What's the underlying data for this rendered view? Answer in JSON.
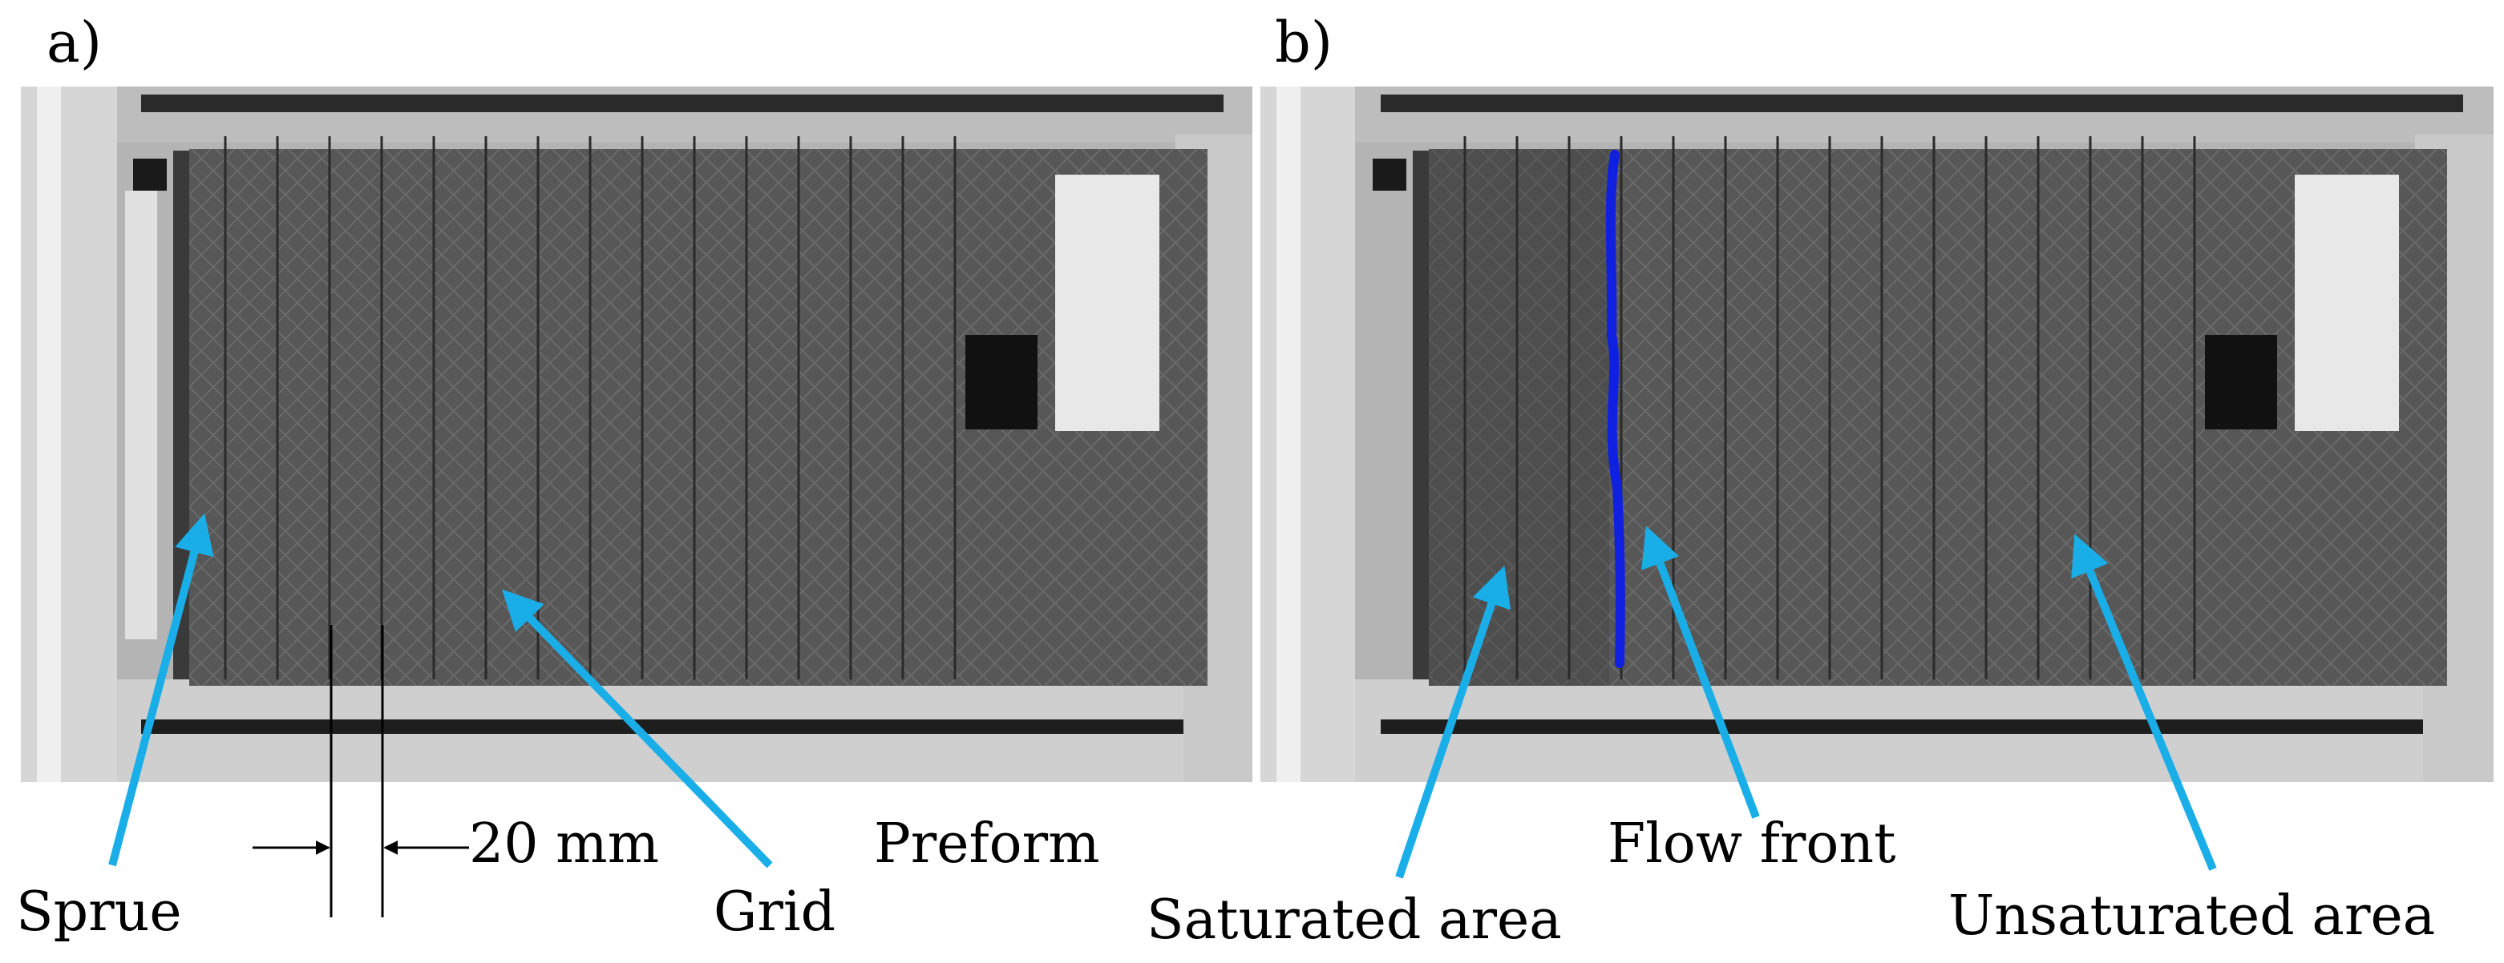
{
  "panels": {
    "a": {
      "letter": "a)"
    },
    "b": {
      "letter": "b)"
    }
  },
  "annotations": {
    "sprue": "Sprue",
    "grid": "Grid",
    "preform": "Preform",
    "dimension": "20 mm",
    "saturated": "Saturated area",
    "flow_front": "Flow front",
    "unsaturated": "Unsaturated area"
  },
  "colors": {
    "arrow": "#1aaee8",
    "flow_front_line": "#1020e0",
    "fabric": "#5a5a5a",
    "frame": "#c8c8c8",
    "background": "#ffffff"
  }
}
